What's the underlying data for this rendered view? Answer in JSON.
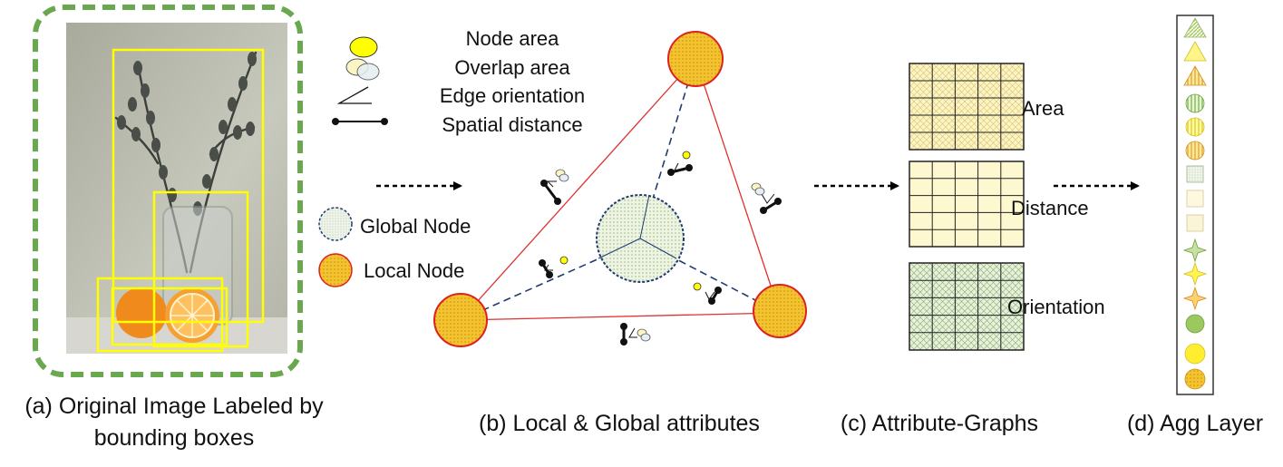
{
  "captions": {
    "a_line1": "(a) Original Image Labeled by",
    "a_line2": "bounding boxes",
    "b": "(b) Local & Global attributes",
    "c": "(c) Attribute-Graphs",
    "d": "(d) Agg Layer"
  },
  "attributes": {
    "node_area": "Node area",
    "overlap_area": "Overlap area",
    "edge_orientation": "Edge orientation",
    "spatial_distance": "Spatial distance"
  },
  "legend": {
    "global_node": "Global Node",
    "local_node": "Local Node"
  },
  "graphs": {
    "area": "Area",
    "distance": "Distance",
    "orientation": "Orientation"
  },
  "colors": {
    "frame_dashed_green": "#6aa84f",
    "bbox_yellow": "#ffff00",
    "local_node_fill": "#f4c430",
    "local_node_stroke": "#e02020",
    "global_node_fill": "#eaf2dc",
    "global_node_stroke": "#1f3b73",
    "edge_red": "#e03030",
    "edge_blue_dashed": "#1f3b73",
    "area_grid_fill": "#fdf7c8",
    "distance_grid_fill": "#fdf8cf",
    "orientation_grid_fill": "#e8f2dc"
  }
}
